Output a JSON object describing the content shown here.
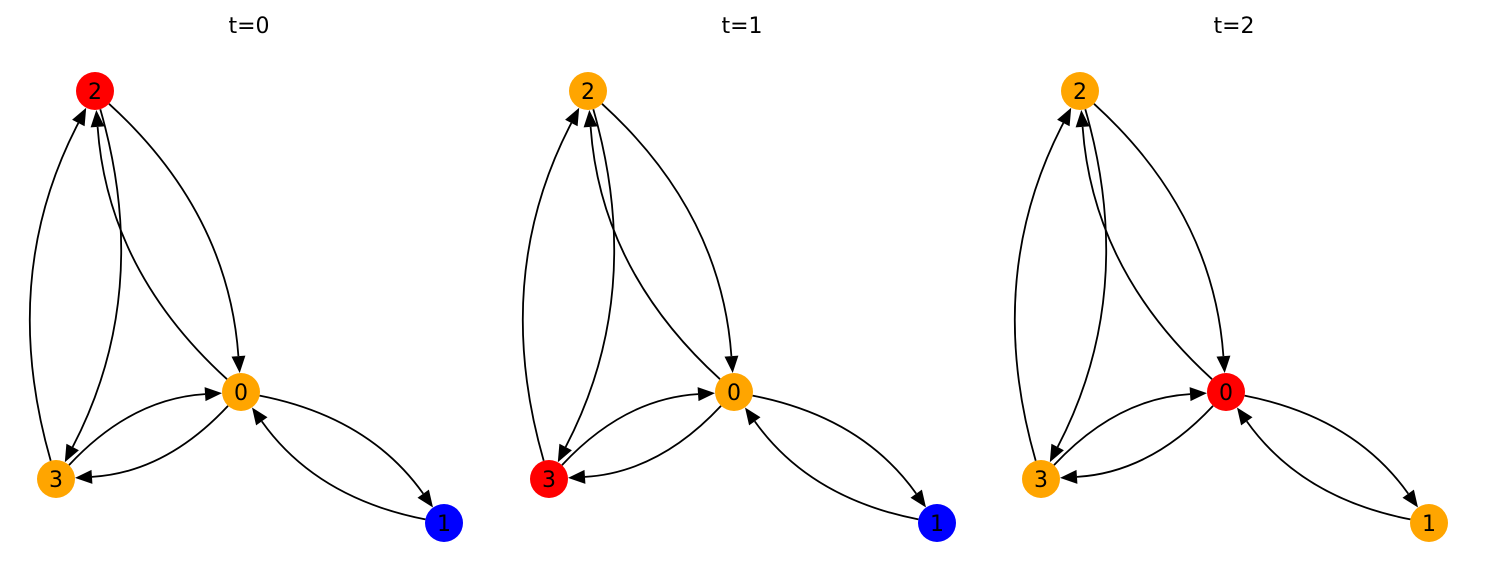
{
  "colors": {
    "infected": "#ff0000",
    "susceptible": "#ffa500",
    "recovered": "#0000ff",
    "edge": "#000000"
  },
  "edges": [
    [
      0,
      1
    ],
    [
      1,
      0
    ],
    [
      0,
      2
    ],
    [
      2,
      0
    ],
    [
      0,
      3
    ],
    [
      3,
      0
    ],
    [
      2,
      3
    ],
    [
      3,
      2
    ]
  ],
  "panels": [
    {
      "title": "t=0",
      "nodes": [
        {
          "id": "0",
          "state": "susceptible"
        },
        {
          "id": "1",
          "state": "recovered"
        },
        {
          "id": "2",
          "state": "infected"
        },
        {
          "id": "3",
          "state": "susceptible"
        }
      ]
    },
    {
      "title": "t=1",
      "nodes": [
        {
          "id": "0",
          "state": "susceptible"
        },
        {
          "id": "1",
          "state": "recovered"
        },
        {
          "id": "2",
          "state": "susceptible"
        },
        {
          "id": "3",
          "state": "infected"
        }
      ]
    },
    {
      "title": "t=2",
      "nodes": [
        {
          "id": "0",
          "state": "infected"
        },
        {
          "id": "1",
          "state": "susceptible"
        },
        {
          "id": "2",
          "state": "susceptible"
        },
        {
          "id": "3",
          "state": "susceptible"
        }
      ]
    }
  ]
}
